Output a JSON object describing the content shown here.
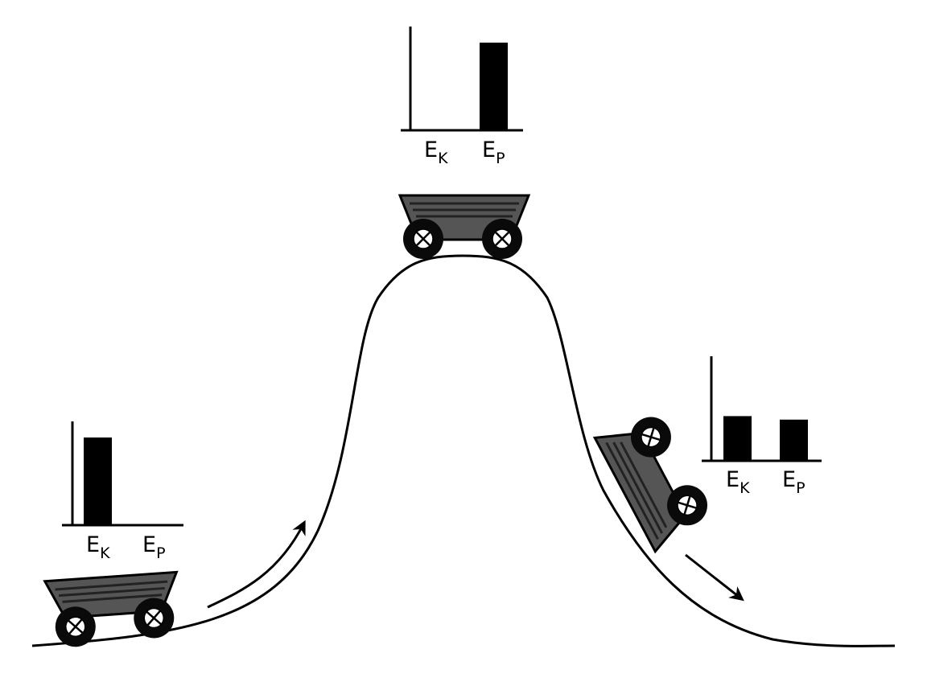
{
  "colors": {
    "ink": "#000000",
    "cart_body": "#555555",
    "cart_stripe": "#222222",
    "wheel": "#0a0a0a",
    "hub": "#ffffff"
  },
  "labels": {
    "kinetic": {
      "main": "E",
      "sub": "K"
    },
    "potential": {
      "main": "E",
      "sub": "P"
    }
  },
  "chart_data": [
    {
      "type": "bar",
      "position": "bottom-left",
      "categories": [
        "EK",
        "EP"
      ],
      "values": [
        1.0,
        0.0
      ]
    },
    {
      "type": "bar",
      "position": "top",
      "categories": [
        "EK",
        "EP"
      ],
      "values": [
        0.0,
        1.0
      ]
    },
    {
      "type": "bar",
      "position": "right",
      "categories": [
        "EK",
        "EP"
      ],
      "values": [
        0.51,
        0.47
      ]
    }
  ]
}
